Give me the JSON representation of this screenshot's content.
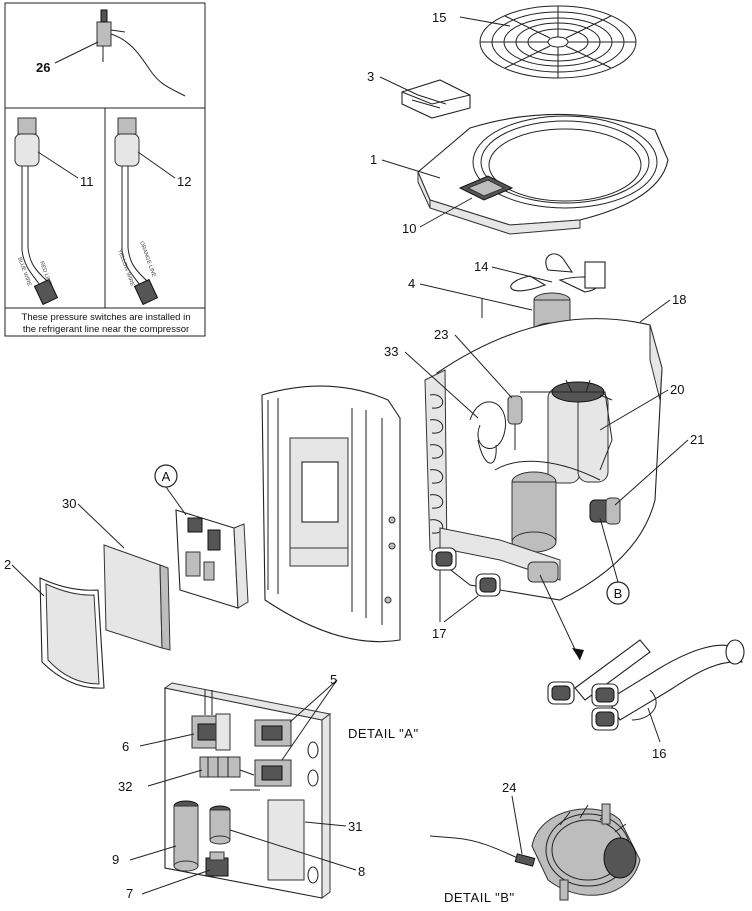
{
  "callouts": {
    "c1": "1",
    "c2": "2",
    "c3": "3",
    "c4": "4",
    "c5": "5",
    "c6": "6",
    "c7": "7",
    "c8": "8",
    "c9": "9",
    "c10": "10",
    "c11": "11",
    "c12": "12",
    "c14": "14",
    "c15": "15",
    "c16": "16",
    "c17": "17",
    "c18": "18",
    "c20": "20",
    "c21": "21",
    "c23": "23",
    "c24": "24",
    "c26": "26",
    "c30": "30",
    "c31": "31",
    "c32": "32",
    "c33": "33"
  },
  "markers": {
    "a": "A",
    "b": "B"
  },
  "details": {
    "detail_a": "DETAIL \"A\"",
    "detail_b": "DETAIL \"B\""
  },
  "note": {
    "line1": "These pressure switches are installed in",
    "line2": "the refrigerant line near the compressor"
  },
  "wire_labels": {
    "s11_1": "RED LINE",
    "s11_2": "BLUE WIRE",
    "s12_1": "ORANGE LINE",
    "s12_2": "YELLOW WIRE"
  }
}
